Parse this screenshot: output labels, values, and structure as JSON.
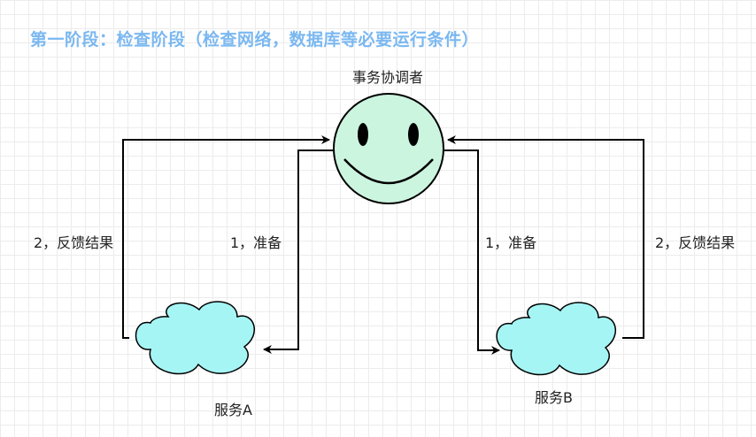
{
  "title": "第一阶段：检查阶段（检查网络，数据库等必要运行条件）",
  "nodes": {
    "coordinator": {
      "label": "事务协调者",
      "icon": "smiley-face-icon",
      "fill": "#ccf5e0"
    },
    "service_a": {
      "label": "服务A",
      "icon": "cloud-icon",
      "fill": "#a6f5f5"
    },
    "service_b": {
      "label": "服务B",
      "icon": "cloud-icon",
      "fill": "#a6f5f5"
    }
  },
  "edges": {
    "prepare_a": "1，准备",
    "feedback_a": "2，反馈结果",
    "prepare_b": "1，准备",
    "feedback_b": "2，反馈结果"
  },
  "colors": {
    "title": "#7bb8f0",
    "line": "#000000"
  }
}
